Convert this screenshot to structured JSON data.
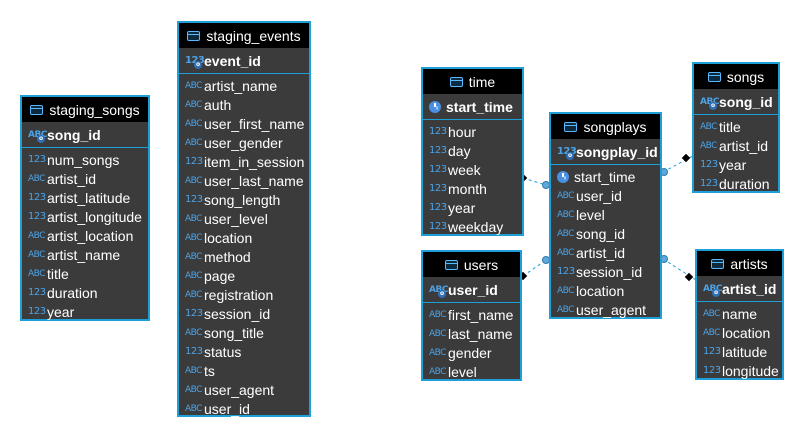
{
  "colors": {
    "border": "#1f9fd8",
    "header": "#000000",
    "body": "#3b3b3b",
    "type_icon": "#4aa3e8",
    "link": "#1f9fd8"
  },
  "tables": {
    "staging_songs": {
      "title": "staging_songs",
      "pk": {
        "label": "song_id",
        "type": "text"
      },
      "columns": [
        {
          "label": "num_songs",
          "type": "number"
        },
        {
          "label": "artist_id",
          "type": "text"
        },
        {
          "label": "artist_latitude",
          "type": "number"
        },
        {
          "label": "artist_longitude",
          "type": "number"
        },
        {
          "label": "artist_location",
          "type": "text"
        },
        {
          "label": "artist_name",
          "type": "text"
        },
        {
          "label": "title",
          "type": "text"
        },
        {
          "label": "duration",
          "type": "number"
        },
        {
          "label": "year",
          "type": "number"
        }
      ]
    },
    "staging_events": {
      "title": "staging_events",
      "pk": {
        "label": "event_id",
        "type": "number"
      },
      "columns": [
        {
          "label": "artist_name",
          "type": "text"
        },
        {
          "label": "auth",
          "type": "text"
        },
        {
          "label": "user_first_name",
          "type": "text"
        },
        {
          "label": "user_gender",
          "type": "text"
        },
        {
          "label": "item_in_session",
          "type": "number"
        },
        {
          "label": "user_last_name",
          "type": "text"
        },
        {
          "label": "song_length",
          "type": "number"
        },
        {
          "label": "user_level",
          "type": "text"
        },
        {
          "label": "location",
          "type": "text"
        },
        {
          "label": "method",
          "type": "text"
        },
        {
          "label": "page",
          "type": "text"
        },
        {
          "label": "registration",
          "type": "text"
        },
        {
          "label": "session_id",
          "type": "number"
        },
        {
          "label": "song_title",
          "type": "text"
        },
        {
          "label": "status",
          "type": "number"
        },
        {
          "label": "ts",
          "type": "text"
        },
        {
          "label": "user_agent",
          "type": "text"
        },
        {
          "label": "user_id",
          "type": "text"
        }
      ]
    },
    "time": {
      "title": "time",
      "pk": {
        "label": "start_time",
        "type": "timestamp"
      },
      "columns": [
        {
          "label": "hour",
          "type": "number"
        },
        {
          "label": "day",
          "type": "number"
        },
        {
          "label": "week",
          "type": "number"
        },
        {
          "label": "month",
          "type": "number"
        },
        {
          "label": "year",
          "type": "number"
        },
        {
          "label": "weekday",
          "type": "number"
        }
      ]
    },
    "users": {
      "title": "users",
      "pk": {
        "label": "user_id",
        "type": "text"
      },
      "columns": [
        {
          "label": "first_name",
          "type": "text"
        },
        {
          "label": "last_name",
          "type": "text"
        },
        {
          "label": "gender",
          "type": "text"
        },
        {
          "label": "level",
          "type": "text"
        }
      ]
    },
    "songplays": {
      "title": "songplays",
      "pk": {
        "label": "songplay_id",
        "type": "number"
      },
      "columns": [
        {
          "label": "start_time",
          "type": "timestamp"
        },
        {
          "label": "user_id",
          "type": "text"
        },
        {
          "label": "level",
          "type": "text"
        },
        {
          "label": "song_id",
          "type": "text"
        },
        {
          "label": "artist_id",
          "type": "text"
        },
        {
          "label": "session_id",
          "type": "number"
        },
        {
          "label": "location",
          "type": "text"
        },
        {
          "label": "user_agent",
          "type": "text"
        }
      ]
    },
    "songs": {
      "title": "songs",
      "pk": {
        "label": "song_id",
        "type": "text"
      },
      "columns": [
        {
          "label": "title",
          "type": "text"
        },
        {
          "label": "artist_id",
          "type": "text"
        },
        {
          "label": "year",
          "type": "number"
        },
        {
          "label": "duration",
          "type": "number"
        }
      ]
    },
    "artists": {
      "title": "artists",
      "pk": {
        "label": "artist_id",
        "type": "text"
      },
      "columns": [
        {
          "label": "name",
          "type": "text"
        },
        {
          "label": "location",
          "type": "text"
        },
        {
          "label": "latitude",
          "type": "number"
        },
        {
          "label": "longitude",
          "type": "number"
        }
      ]
    }
  },
  "relationships": [
    {
      "from": "songplays",
      "to": "time"
    },
    {
      "from": "songplays",
      "to": "users"
    },
    {
      "from": "songplays",
      "to": "songs"
    },
    {
      "from": "songplays",
      "to": "artists"
    }
  ]
}
